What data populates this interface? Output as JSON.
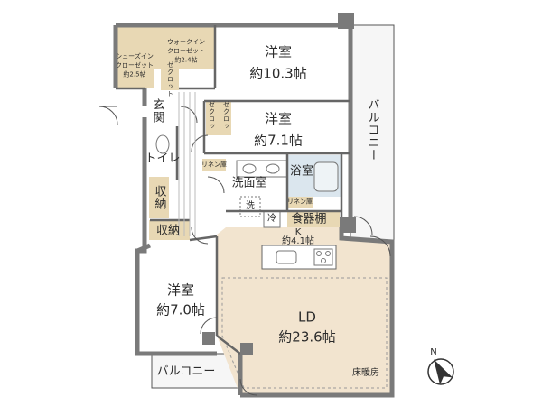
{
  "rooms": {
    "western_top": {
      "name": "洋室",
      "area": "約10.3帖"
    },
    "western_mid": {
      "name": "洋室",
      "area": "約7.1帖"
    },
    "western_left": {
      "name": "洋室",
      "area": "約7.0帖"
    },
    "ld": {
      "name": "LD",
      "area": "約23.6帖"
    },
    "kitchen": {
      "name": "K",
      "area": "約4.1帖"
    },
    "bath": "浴室",
    "washroom": "洗面室",
    "toilet": "トイレ",
    "entrance": "玄関",
    "pantry": "食器棚",
    "shoe_closet": {
      "line1": "シューズイン",
      "line2": "クローゼット",
      "area": "約2.5帖"
    },
    "walkin_closet": {
      "line1": "ウォークイン",
      "line2": "クローゼット",
      "area": "約2.4帖"
    }
  },
  "closets": {
    "closet_a": "ゼクロット",
    "closet_b": "ゼクロッ",
    "closet_c": "ゼクロッ",
    "storage_1": "収納",
    "storage_2": "収納",
    "linen_1": "リネン庫",
    "linen_2": "リネン庫"
  },
  "fixtures": {
    "washer": "洗",
    "fridge": "冷"
  },
  "balcony_right": "バルコニー",
  "balcony_bottom": "バルコニー",
  "floor_heating": "床暖房",
  "compass": "N",
  "colors": {
    "wall": "#7a7a7a",
    "floor_wood": "#f2e4cf",
    "closet": "#e8d8b4",
    "bath": "#dbe6ee",
    "line": "#444444"
  }
}
